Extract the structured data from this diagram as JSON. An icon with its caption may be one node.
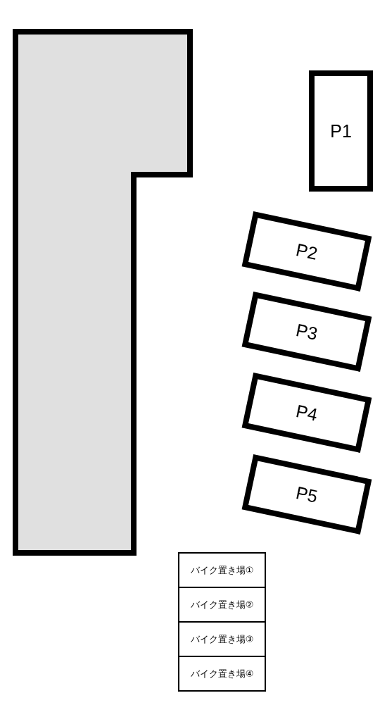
{
  "diagram": {
    "nodes": [
      {
        "text": [],
        "shape": "box"
      },
      {
        "text": [
          "P1"
        ]
      },
      {
        "text": [
          "P2"
        ]
      },
      {
        "text": [
          "P3"
        ]
      },
      {
        "text": [
          "P4"
        ]
      },
      {
        "text": [
          "P5"
        ]
      },
      {
        "text": [
          "バイク置き場①"
        ]
      },
      {
        "text": [
          "バイク置き場②"
        ]
      },
      {
        "text": [
          "バイク置き場③"
        ]
      },
      {
        "text": [
          "バイク置き場④"
        ]
      }
    ]
  }
}
